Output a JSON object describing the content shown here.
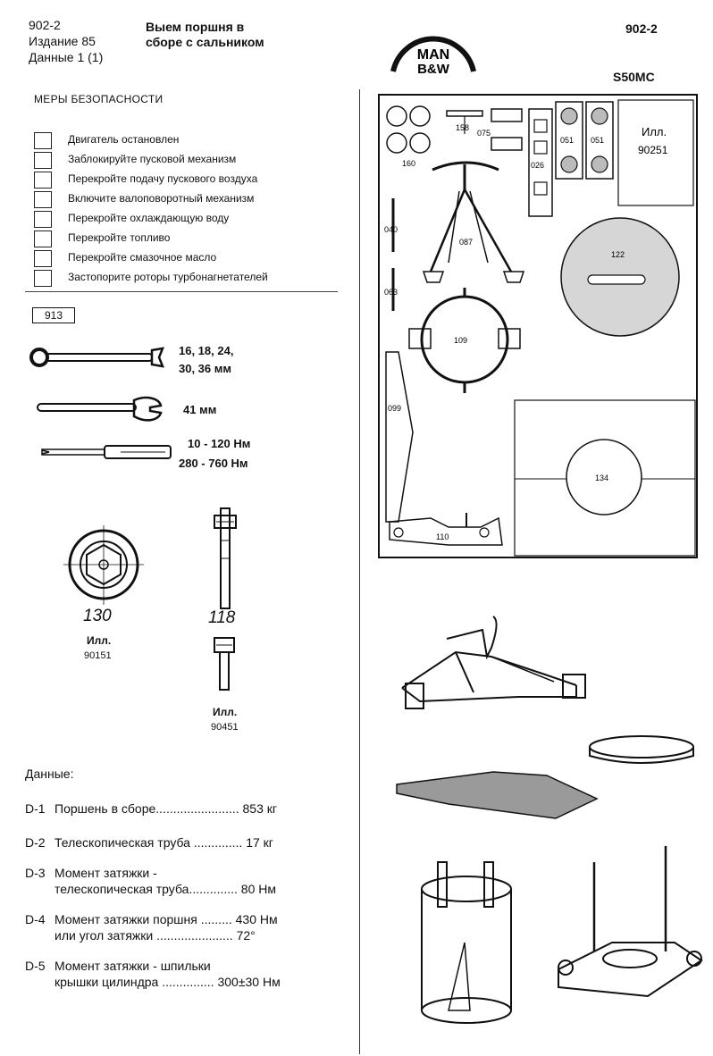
{
  "header": {
    "doc_number": "902-2",
    "edition": "Издание 85",
    "data_sheet": "Данные 1 (1)",
    "title_line1": "Выем поршня в",
    "title_line2": "сборе с сальником",
    "logo_top": "MAN",
    "logo_bottom": "B&W",
    "doc_number_right": "902-2",
    "engine_model": "S50MC"
  },
  "safety": {
    "title": "МЕРЫ БЕЗОПАСНОСТИ",
    "items": [
      "Двигатель остановлен",
      "Заблокируйте пусковой механизм",
      "Перекройте подачу пускового воздуха",
      "Включите валоповоротный механизм",
      "Перекройте охлаждающую воду",
      "Перекройте топливо",
      "Перекройте смазочное масло",
      "Застопорите роторы турбонагнетателей"
    ]
  },
  "tools": {
    "box_code": "913",
    "wrench_sizes_line1": "16, 18, 24,",
    "wrench_sizes_line2": "30, 36 мм",
    "open_wrench_size": "41 мм",
    "torque_line1": "10 - 120 Нм",
    "torque_line2": "280 - 760 Нм"
  },
  "parts": {
    "p130": "130",
    "p118": "118",
    "ill_label": "Илл.",
    "ill_130": "90151",
    "ill_118": "90451"
  },
  "data_section": {
    "title": "Данные:",
    "rows": [
      {
        "code": "D-1",
        "lines": [
          "Поршень в сборе........................ 853 кг"
        ]
      },
      {
        "code": "D-2",
        "lines": [
          "Телескопическая труба .............. 17 кг"
        ]
      },
      {
        "code": "D-3",
        "lines": [
          "Момент затяжки -",
          "телескопическая труба.............. 80 Нм"
        ]
      },
      {
        "code": "D-4",
        "lines": [
          "Момент затяжки поршня ......... 430 Нм",
          "или угол затяжки ...................... 72°"
        ]
      },
      {
        "code": "D-5",
        "lines": [
          "Момент затяжки - шпильки",
          "крышки цилиндра ............... 300±30 Нм"
        ]
      }
    ]
  },
  "board": {
    "labels": [
      "158",
      "075",
      "051",
      "051",
      "026",
      "160",
      "087",
      "040",
      "122",
      "063",
      "109",
      "099",
      "134",
      "110"
    ],
    "ill_label": "Илл.",
    "ill_number": "90251"
  }
}
